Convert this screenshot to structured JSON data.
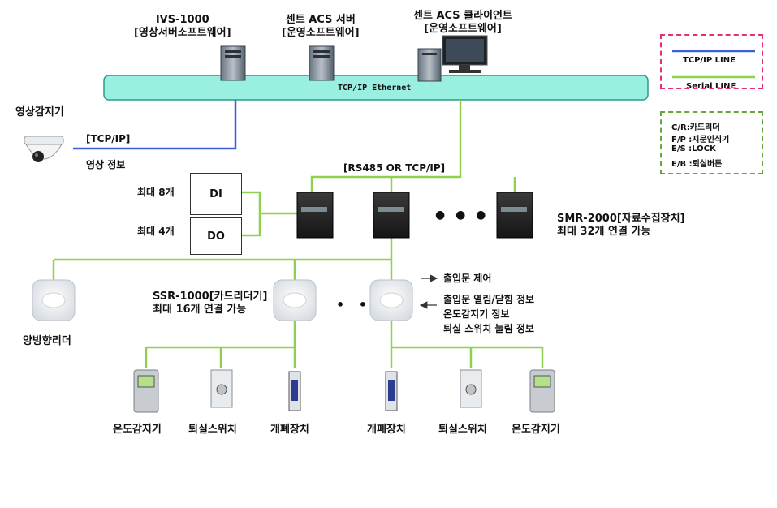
{
  "servers": {
    "ivs": {
      "line1": "IVS-1000",
      "line2": "[영상서버소프트웨어]"
    },
    "acs_server": {
      "line1": "센트 ACS 서버",
      "line2": "[운영소프트웨어]"
    },
    "acs_client": {
      "line1": "센트 ACS 클라이언트",
      "line2": "[운영소프트웨어]"
    }
  },
  "ethernet_label": "TCP/IP Ethernet",
  "camera": {
    "title": "영상감지기",
    "protocol": "[TCP/IP]",
    "video_info": "영상 정보"
  },
  "rs485_label": "[RS485 OR TCP/IP]",
  "di": {
    "box": "DI",
    "max": "최대 8개"
  },
  "do": {
    "box": "DO",
    "max": "최대 4개"
  },
  "smr": {
    "line1": "SMR-2000[자료수집장치]",
    "line2": "최대 32개 연결 가능"
  },
  "ellipsis_mid": "● ● ●",
  "ellipsis_readers": "• •",
  "bidirectional_reader": "양방향리더",
  "ssr": {
    "line1": "SSR-1000[카드리더기]",
    "line2": "최대 16개 연결 가능"
  },
  "io_info": {
    "control": "출입문 제어",
    "door_state": "출입문 열림/닫힘 정보",
    "temperature": "온도감지기 정보",
    "exit_switch": "퇴실 스위치 눌림 정보"
  },
  "devices_left": [
    "온도감지기",
    "퇴실스위치",
    "개폐장치"
  ],
  "devices_right": [
    "개폐장치",
    "퇴실스위치",
    "온도감지기"
  ],
  "legend": {
    "tcp": "TCP/IP LINE",
    "serial": "Serial LINE",
    "abbr": [
      "C/R:카드리더",
      "F/P :지문인식기",
      "E/S :LOCK",
      "E/B :퇴실버튼"
    ],
    "tcp_color": "#3a5fd8",
    "serial_color": "#8fd14f"
  },
  "colors": {
    "ethernet_bar": "#99efe0",
    "ethernet_border": "#2e9c8a"
  }
}
